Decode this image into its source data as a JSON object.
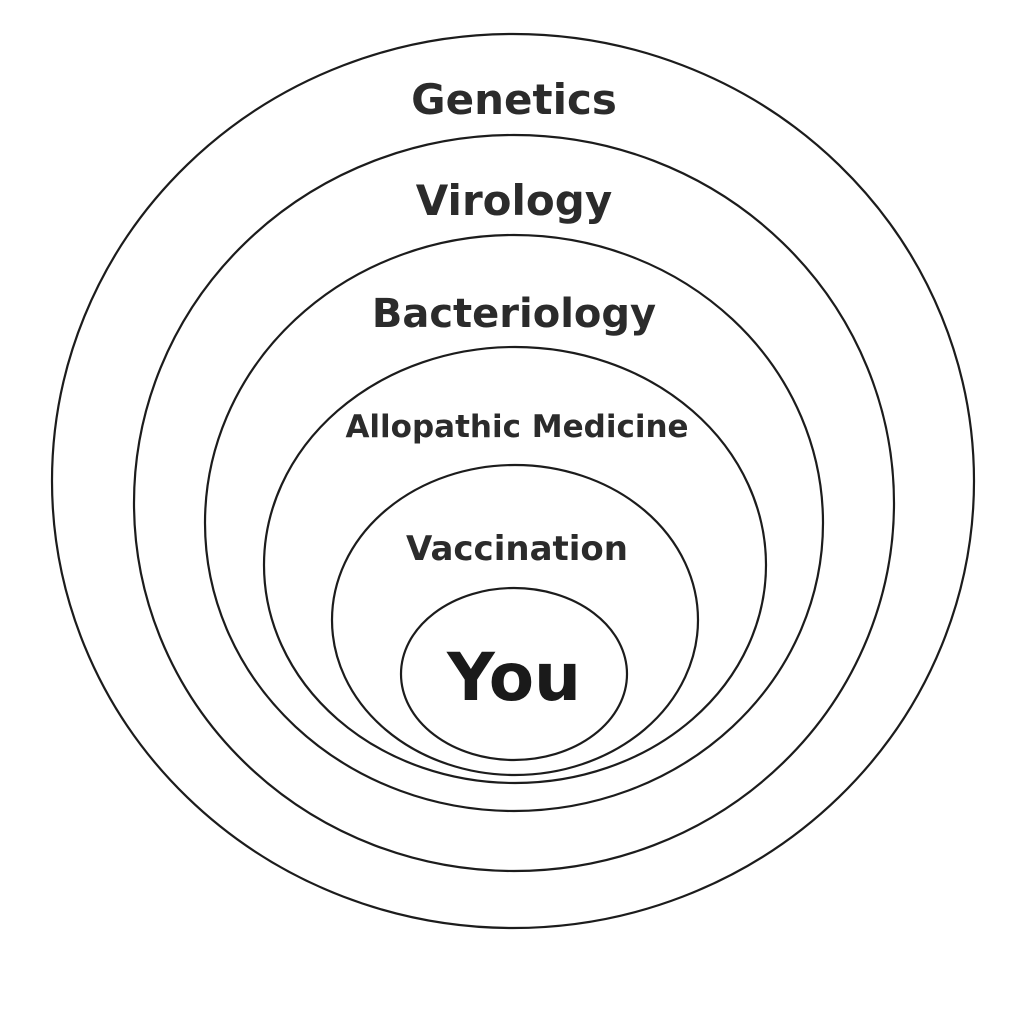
{
  "diagram": {
    "layers": [
      {
        "label": "Genetics"
      },
      {
        "label": "Virology"
      },
      {
        "label": "Bacteriology"
      },
      {
        "label": "Allopathic Medicine"
      },
      {
        "label": "Vaccination"
      },
      {
        "label": "You"
      }
    ],
    "stroke_color": "#1c1c1c",
    "text_color": "#2b2b2b",
    "background_color": "#ffffff"
  }
}
